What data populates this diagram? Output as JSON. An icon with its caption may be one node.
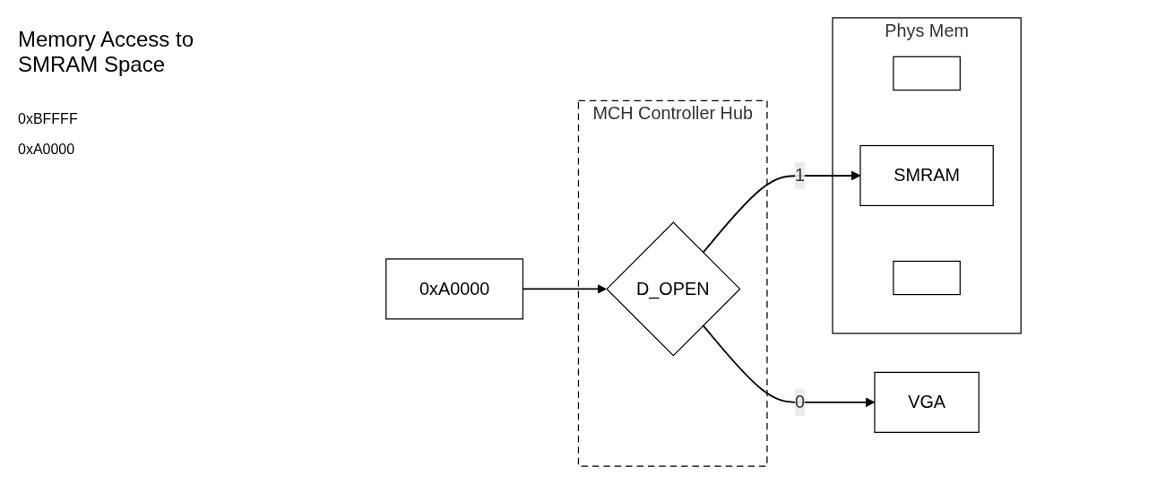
{
  "diagram": {
    "title": "Memory Access to SMRAM Space",
    "nodes": [
      {
        "text": [
          "MCH Controller Hub"
        ]
      },
      {
        "text": [
          "D_OPEN"
        ],
        "in": 0
      },
      {
        "text": [
          "VGA"
        ]
      },
      {
        "text": [
          "Phys Mem"
        ]
      },
      {
        "text": [],
        "shape": "box",
        "in": 3
      },
      {
        "text": [
          "SMRAM"
        ],
        "in": 3
      },
      {
        "text": [],
        "shape": "box",
        "in": 3
      },
      {
        "text": [
          "0xA0000"
        ]
      }
    ],
    "edges": [
      {
        "from": 7,
        "to": 1,
        "arrow": "to"
      },
      {
        "from": 1,
        "to": 2,
        "label": "0",
        "arrow": "to"
      },
      {
        "from": 1,
        "to": 5,
        "label": "1",
        "arrow": "to"
      }
    ],
    "labels": [
      "0xBFFFF",
      "0xA0000"
    ]
  }
}
